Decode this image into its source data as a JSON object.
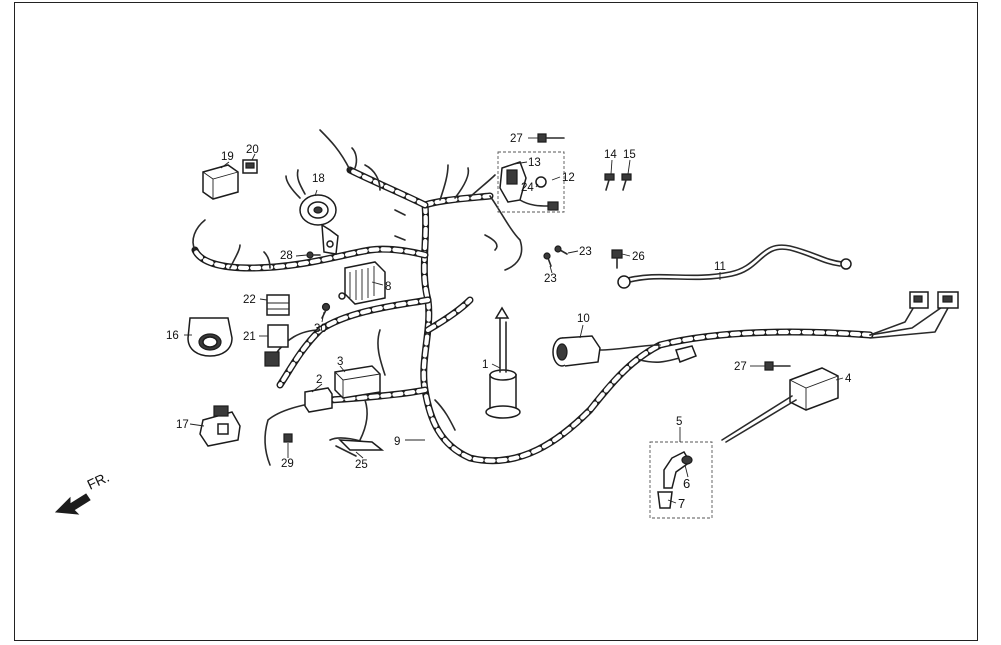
{
  "diagram": {
    "front_label": "FR.",
    "callouts": {
      "c1": "1",
      "c2": "2",
      "c3": "3",
      "c4": "4",
      "c5": "5",
      "c6": "6",
      "c7": "7",
      "c8": "8",
      "c9": "9",
      "c10": "10",
      "c11": "11",
      "c12": "12",
      "c13": "13",
      "c14": "14",
      "c15": "15",
      "c16": "16",
      "c17": "17",
      "c18": "18",
      "c19": "19",
      "c20": "20",
      "c21": "21",
      "c22": "22",
      "c23a": "23",
      "c23b": "23",
      "c24": "24",
      "c25": "25",
      "c26": "26",
      "c27a": "27",
      "c27b": "27",
      "c28": "28",
      "c29": "29",
      "c30": "30"
    }
  },
  "colors": {
    "line": "#1c1c1c",
    "background": "#ffffff"
  }
}
